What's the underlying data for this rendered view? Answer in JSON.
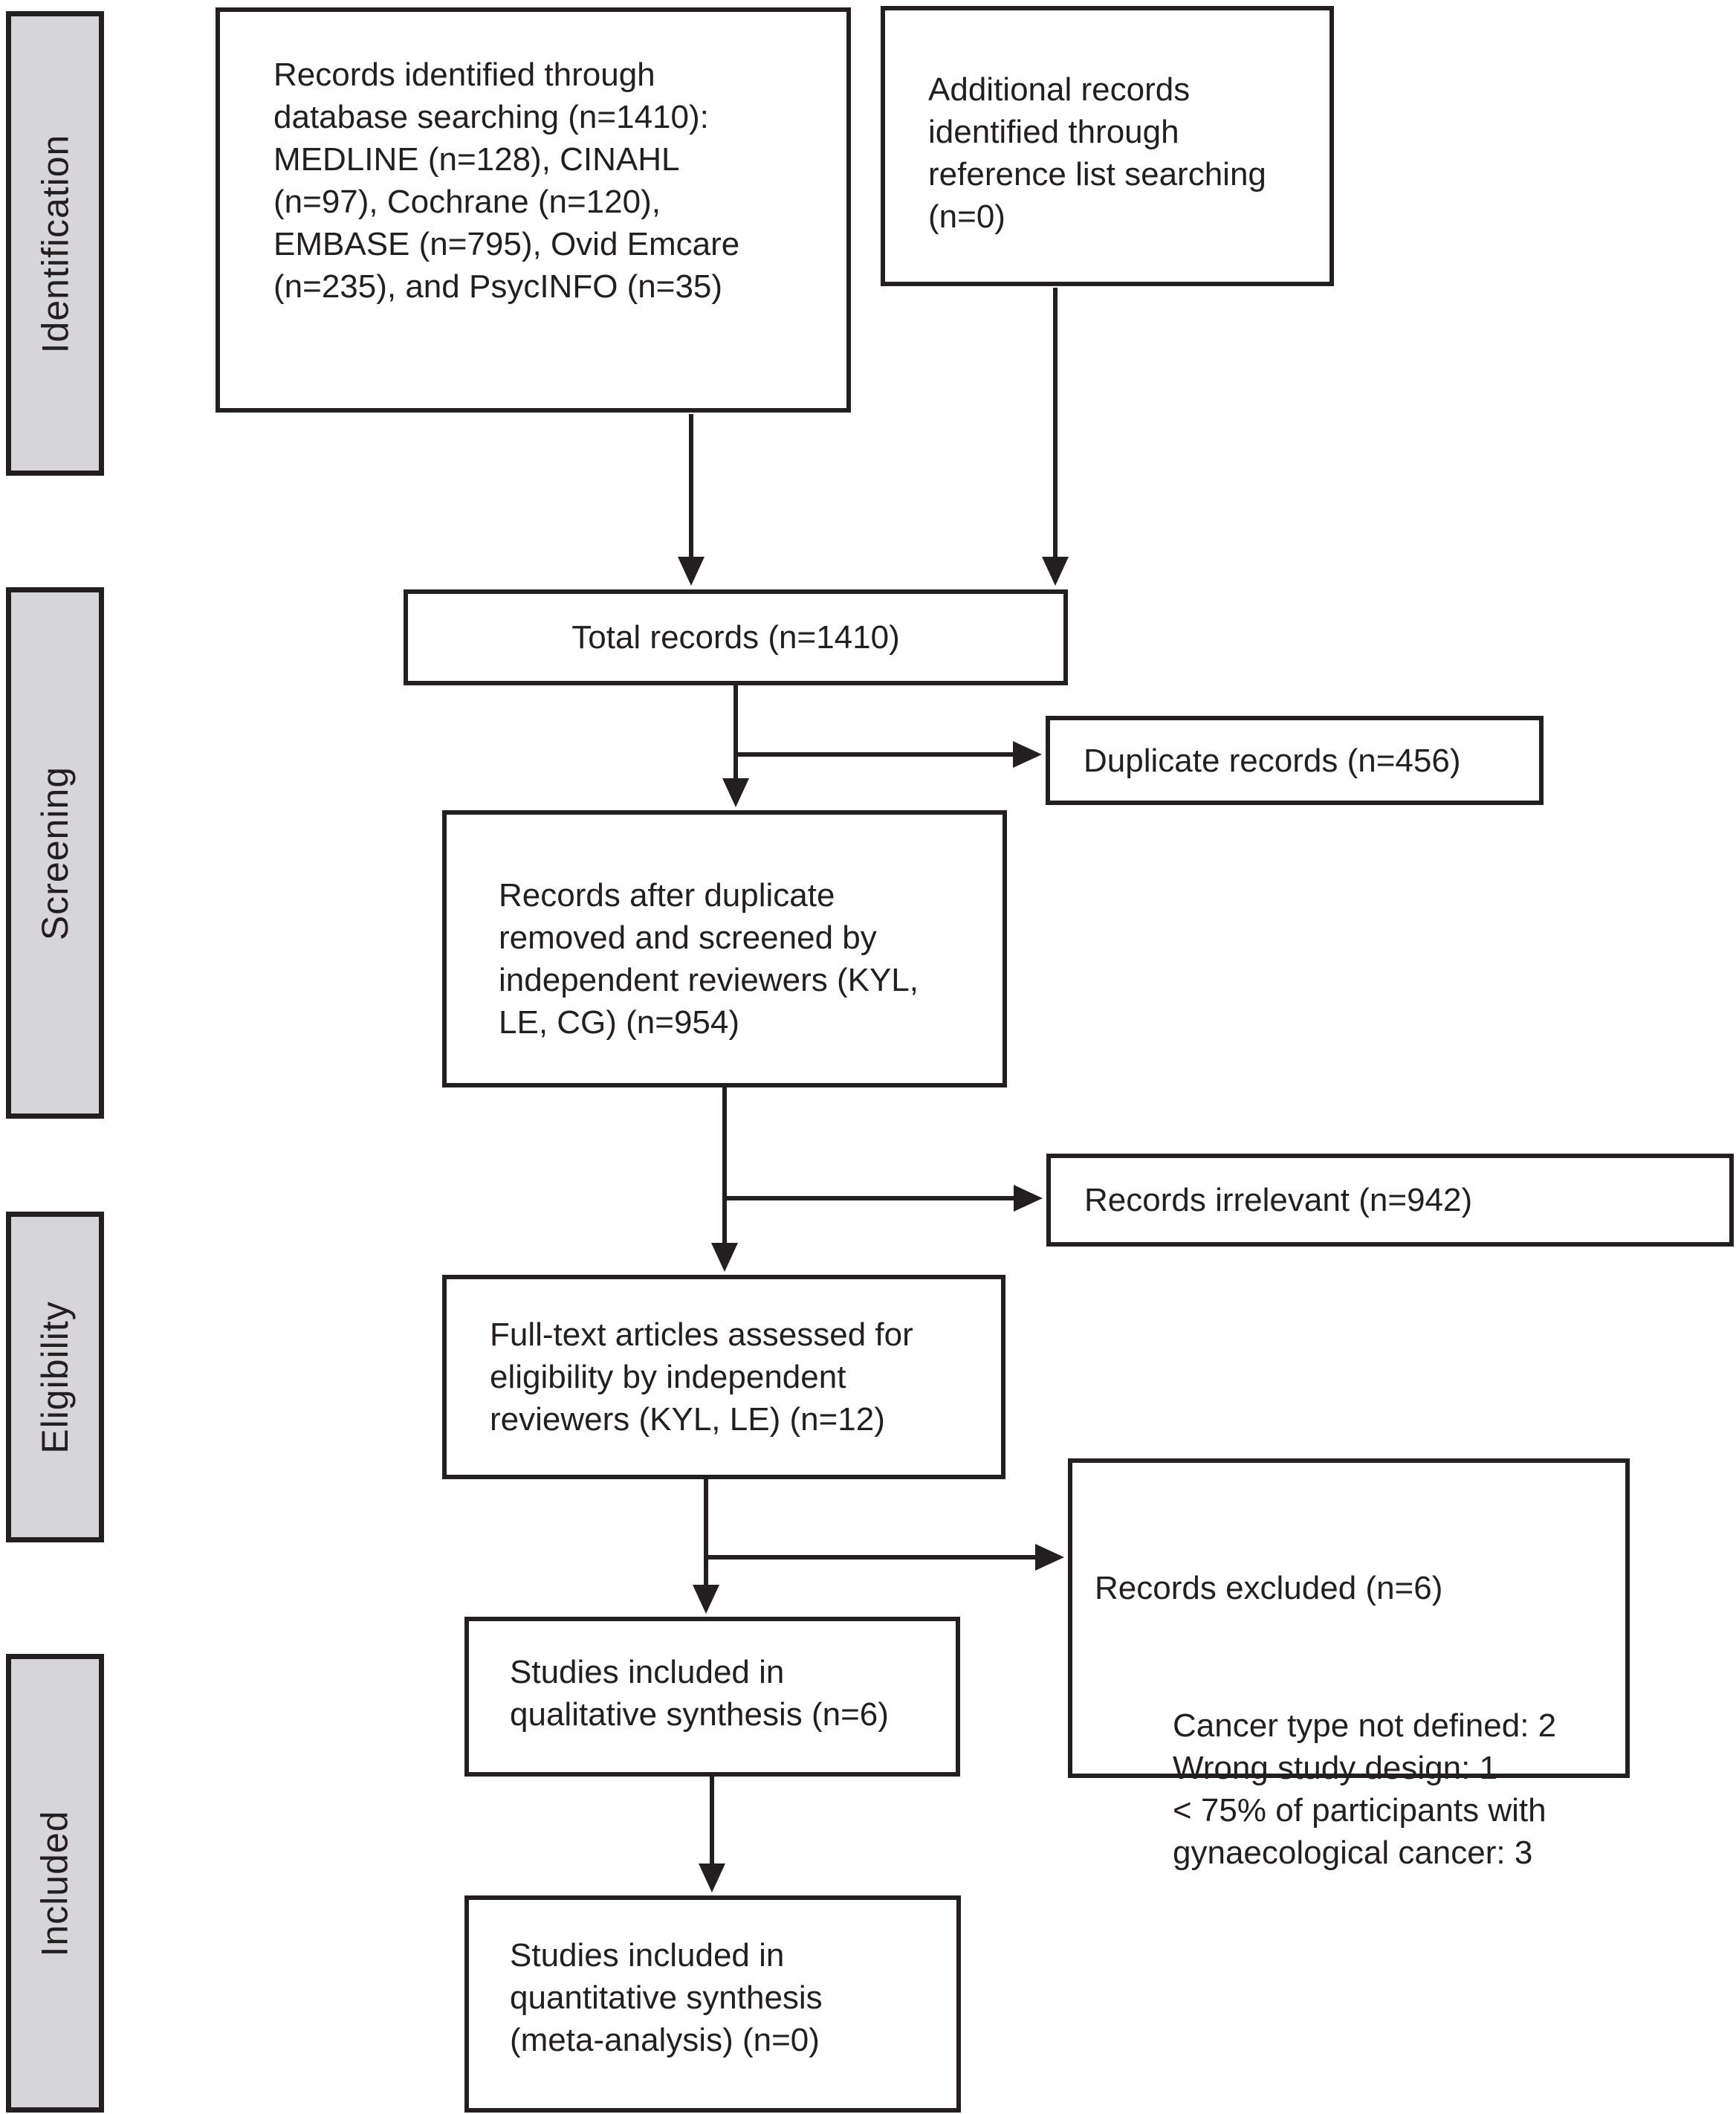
{
  "sidebar": {
    "identification": "Identification",
    "screening": "Screening",
    "eligibility": "Eligibility",
    "included": "Included"
  },
  "boxes": {
    "records_identified": {
      "lines": [
        "Records identified through",
        "database searching (n=1410):",
        "MEDLINE (n=128), CINAHL",
        "(n=97), Cochrane (n=120),",
        "EMBASE (n=795), Ovid Emcare",
        "(n=235), and PsycINFO (n=35)"
      ]
    },
    "additional_records": {
      "lines": [
        "Additional records",
        "identified through",
        "reference list searching",
        "(n=0)"
      ]
    },
    "total_records": {
      "label": "Total records (n=1410)"
    },
    "duplicate_records": {
      "label": "Duplicate records (n=456)"
    },
    "records_after_duplicates": {
      "lines": [
        "Records after duplicate",
        "removed and screened by",
        "independent reviewers (KYL,",
        "LE, CG) (n=954)"
      ]
    },
    "records_irrelevant": {
      "label": "Records irrelevant (n=942)"
    },
    "full_text": {
      "lines": [
        "Full-text articles assessed for",
        "eligibility by independent",
        "reviewers (KYL, LE) (n=12)"
      ]
    },
    "records_excluded": {
      "heading": "Records excluded (n=6)",
      "reasons": [
        "Cancer type not defined: 2",
        "Wrong study design: 1",
        "< 75% of participants with",
        "gynaecological cancer: 3"
      ]
    },
    "qualitative": {
      "lines": [
        "Studies included in",
        "qualitative synthesis (n=6)"
      ]
    },
    "quantitative": {
      "lines": [
        "Studies included in",
        "quantitative synthesis",
        "(meta-analysis) (n=0)"
      ]
    }
  },
  "colors": {
    "stage_fill": "#d6d6d8",
    "line_and_border": "#231f20",
    "text": "#231f20",
    "background": "#ffffff"
  }
}
